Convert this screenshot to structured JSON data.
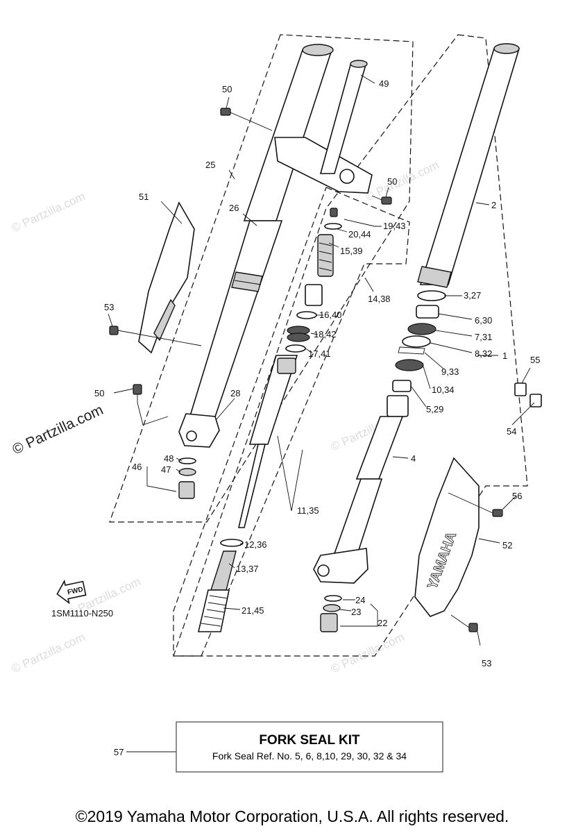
{
  "watermark": {
    "text": "© Partzilla.com",
    "strong_text": "© Partzilla.com"
  },
  "callouts": {
    "c1": "1",
    "c2": "2",
    "c3_27": "3,27",
    "c4": "4",
    "c5_29": "5,29",
    "c6_30": "6,30",
    "c7_31": "7,31",
    "c8_32": "8,32",
    "c9_33": "9,33",
    "c10_34": "10,34",
    "c11_35": "11,35",
    "c12_36": "12,36",
    "c13_37": "13,37",
    "c14_38": "14,38",
    "c15_39": "15,39",
    "c16_40": "16,40",
    "c17_41": "17,41",
    "c18_42": "18,42",
    "c19_43": "19,43",
    "c20_44": "20,44",
    "c21_45": "21,45",
    "c22": "22",
    "c23": "23",
    "c24": "24",
    "c25": "25",
    "c26": "26",
    "c28": "28",
    "c46": "46",
    "c47": "47",
    "c48": "48",
    "c49": "49",
    "c50a": "50",
    "c50b": "50",
    "c50c": "50",
    "c51": "51",
    "c52": "52",
    "c53a": "53",
    "c53b": "53",
    "c54": "54",
    "c55": "55",
    "c56": "56",
    "c57": "57"
  },
  "fwd_label": "FWD",
  "diagram_code": "1SM1110-N250",
  "guard_text": "YAMAHA",
  "kit": {
    "title": "FORK SEAL KIT",
    "subtitle": "Fork Seal Ref. No. 5, 6, 8,10, 29, 30, 32 & 34"
  },
  "copyright": "©2019 Yamaha Motor Corporation, U.S.A. All rights reserved."
}
